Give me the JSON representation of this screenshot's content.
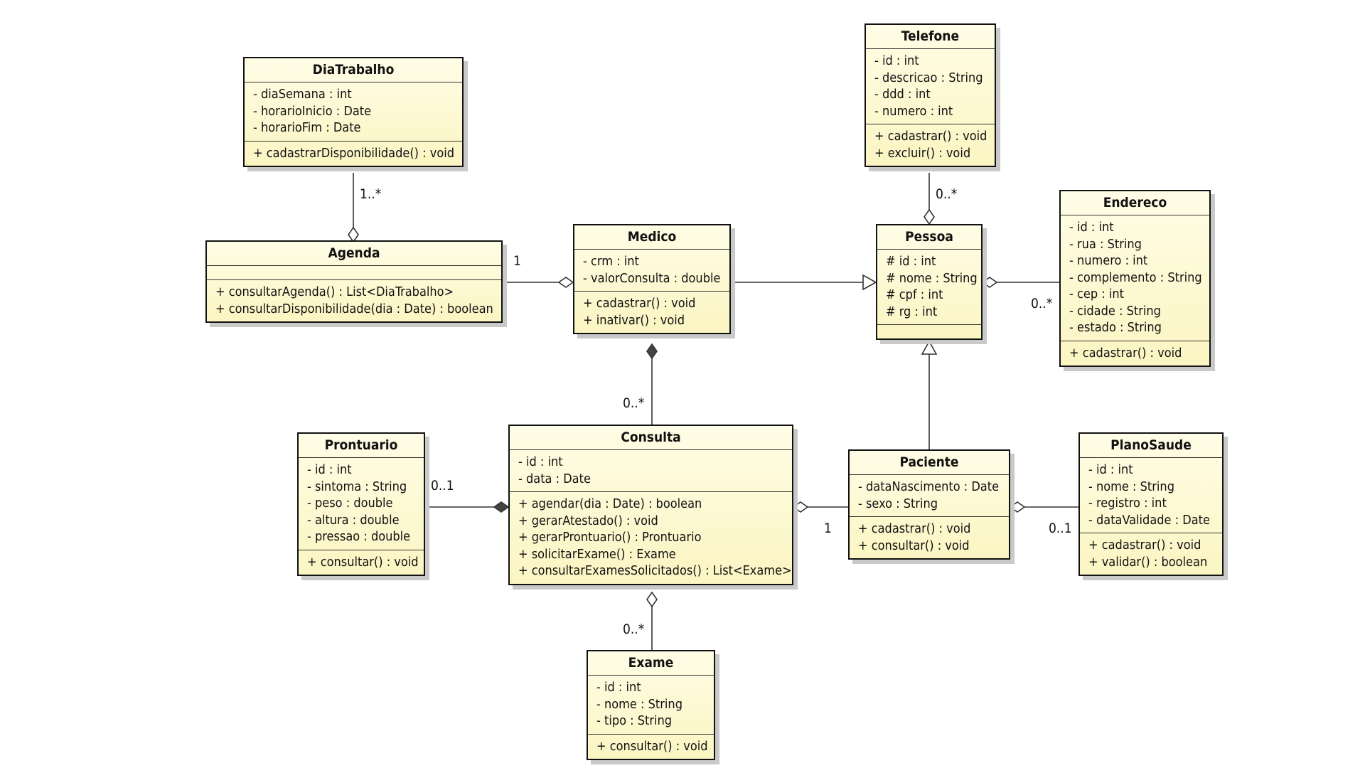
{
  "classes": [
    {
      "id": "diatrabalho",
      "name": "DiaTrabalho",
      "attributes": [
        "- diaSemana : int",
        "- horarioInicio : Date",
        "- horarioFim : Date"
      ],
      "operations": [
        "+ cadastrarDisponibilidade() : void"
      ]
    },
    {
      "id": "agenda",
      "name": "Agenda",
      "attributes": [],
      "operations": [
        "+ consultarAgenda() : List<DiaTrabalho>",
        "+ consultarDisponibilidade(dia : Date) : boolean"
      ]
    },
    {
      "id": "medico",
      "name": "Medico",
      "attributes": [
        "- crm : int",
        "- valorConsulta : double"
      ],
      "operations": [
        "+ cadastrar() : void",
        "+ inativar() : void"
      ]
    },
    {
      "id": "pessoa",
      "name": "Pessoa",
      "attributes": [
        "# id : int",
        "# nome : String",
        "# cpf : int",
        "# rg : int"
      ],
      "operations": []
    },
    {
      "id": "telefone",
      "name": "Telefone",
      "attributes": [
        "- id : int",
        "- descricao : String",
        "- ddd : int",
        "- numero : int"
      ],
      "operations": [
        "+ cadastrar() : void",
        "+ excluir() : void"
      ]
    },
    {
      "id": "endereco",
      "name": "Endereco",
      "attributes": [
        "- id : int",
        "- rua : String",
        "- numero : int",
        "- complemento : String",
        "- cep : int",
        "- cidade : String",
        "- estado : String"
      ],
      "operations": [
        "+ cadastrar() : void"
      ]
    },
    {
      "id": "prontuario",
      "name": "Prontuario",
      "attributes": [
        "- id : int",
        "- sintoma : String",
        "- peso : double",
        "- altura : double",
        "- pressao : double"
      ],
      "operations": [
        "+ consultar() : void"
      ]
    },
    {
      "id": "consulta",
      "name": "Consulta",
      "attributes": [
        "- id : int",
        "- data : Date"
      ],
      "operations": [
        "+ agendar(dia : Date) : boolean",
        "+ gerarAtestado() : void",
        "+ gerarProntuario() : Prontuario",
        "+ solicitarExame() : Exame",
        "+ consultarExamesSolicitados() : List<Exame>"
      ]
    },
    {
      "id": "paciente",
      "name": "Paciente",
      "attributes": [
        "- dataNascimento : Date",
        "- sexo : String"
      ],
      "operations": [
        "+ cadastrar() : void",
        "+ consultar() : void"
      ]
    },
    {
      "id": "planosaude",
      "name": "PlanoSaude",
      "attributes": [
        "- id : int",
        "- nome : String",
        "- registro : int",
        "- dataValidade : Date"
      ],
      "operations": [
        "+ cadastrar() : void",
        "+ validar() : boolean"
      ]
    },
    {
      "id": "exame",
      "name": "Exame",
      "attributes": [
        "- id : int",
        "- nome : String",
        "- tipo : String"
      ],
      "operations": [
        "+ consultar() : void"
      ]
    }
  ],
  "relationships": [
    {
      "from": "diatrabalho",
      "to": "agenda",
      "kind": "aggregation",
      "multiplicity": "1..*"
    },
    {
      "from": "agenda",
      "to": "medico",
      "kind": "aggregation",
      "multiplicity": "1"
    },
    {
      "from": "medico",
      "to": "pessoa",
      "kind": "generalization"
    },
    {
      "from": "telefone",
      "to": "pessoa",
      "kind": "aggregation",
      "multiplicity": "0..*"
    },
    {
      "from": "endereco",
      "to": "pessoa",
      "kind": "aggregation",
      "multiplicity": "0..*"
    },
    {
      "from": "consulta",
      "to": "medico",
      "kind": "composition",
      "multiplicity": "0..*"
    },
    {
      "from": "paciente",
      "to": "pessoa",
      "kind": "generalization"
    },
    {
      "from": "prontuario",
      "to": "consulta",
      "kind": "composition",
      "multiplicity": "0..1"
    },
    {
      "from": "paciente",
      "to": "consulta",
      "kind": "aggregation",
      "multiplicity": "1"
    },
    {
      "from": "planosaude",
      "to": "paciente",
      "kind": "aggregation",
      "multiplicity": "0..1"
    },
    {
      "from": "exame",
      "to": "consulta",
      "kind": "aggregation",
      "multiplicity": "0..*"
    }
  ],
  "colors": {
    "class_fill_top": "#fffde6",
    "class_fill_bottom": "#fbf5c2",
    "line": "#333333",
    "shadow": "#c9c9c9"
  }
}
